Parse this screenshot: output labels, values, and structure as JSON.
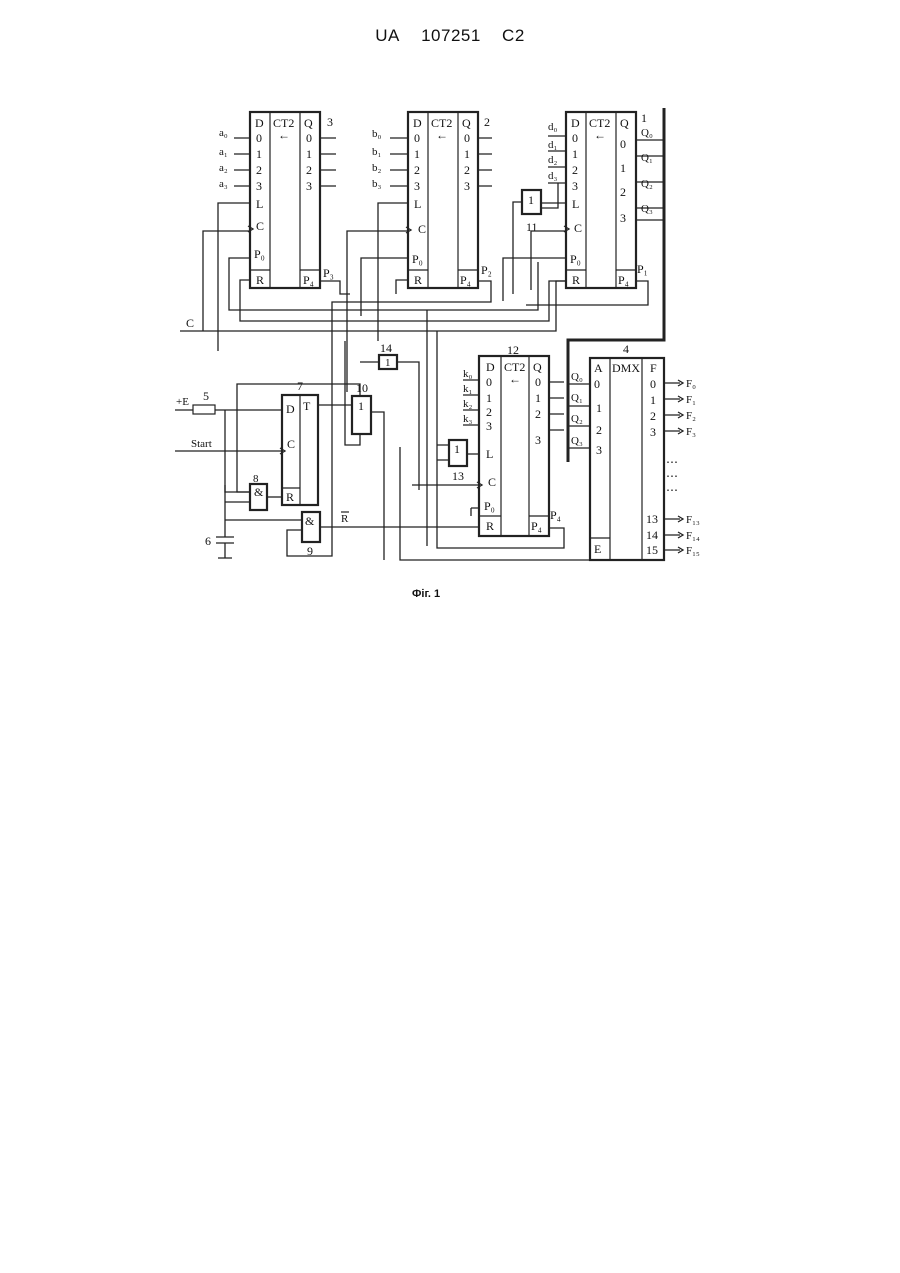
{
  "header": {
    "doc": "UA",
    "number": "107251",
    "kind": "C2"
  },
  "caption": "Фіг. 1",
  "blocks": {
    "counter_a": {
      "num": "3",
      "type": "CT2",
      "d": "D",
      "q": "Q",
      "l": "L",
      "c": "C",
      "r": "R",
      "p0": "P₀",
      "p4": "P₄",
      "pout": "P₃",
      "in_digits": [
        "0",
        "1",
        "2",
        "3"
      ],
      "out_digits": [
        "0",
        "1",
        "2",
        "3"
      ],
      "inputs": [
        "a₀",
        "a₁",
        "a₂",
        "a₃"
      ]
    },
    "counter_b": {
      "num": "2",
      "type": "CT2",
      "d": "D",
      "q": "Q",
      "l": "L",
      "c": "C",
      "r": "R",
      "p0": "P₀",
      "p4": "P₄",
      "pout": "P₂",
      "in_digits": [
        "0",
        "1",
        "2",
        "3"
      ],
      "out_digits": [
        "0",
        "1",
        "2",
        "3"
      ],
      "inputs": [
        "b₀",
        "b₁",
        "b₂",
        "b₃"
      ]
    },
    "counter_d": {
      "num": "1",
      "type": "CT2",
      "d": "D",
      "q": "Q",
      "l": "L",
      "c": "C",
      "r": "R",
      "p0": "P₀",
      "p4": "P₄",
      "pout": "P₁",
      "in_digits": [
        "0",
        "1",
        "2",
        "3"
      ],
      "out_digits": [
        "0",
        "1",
        "2",
        "3"
      ],
      "inputs": [
        "d₀",
        "d₁",
        "d₂",
        "d₃"
      ],
      "outputs": [
        "Q₀",
        "Q₁",
        "Q₂",
        "Q₃"
      ]
    },
    "counter_k": {
      "num": "12",
      "type": "CT2",
      "d": "D",
      "q": "Q",
      "l": "L",
      "c": "C",
      "r": "R",
      "p0": "P₀",
      "p4": "P₄",
      "pout": "P₄",
      "in_digits": [
        "0",
        "1",
        "2",
        "3"
      ],
      "out_digits": [
        "0",
        "1",
        "2",
        "3"
      ],
      "inputs": [
        "k₀",
        "k₁",
        "k₂",
        "k₃"
      ]
    },
    "demux": {
      "num": "4",
      "type": "DMX",
      "a": "A",
      "f": "F",
      "e": "E",
      "inputs": [
        "Q₀",
        "Q₁",
        "Q₂",
        "Q₃"
      ],
      "addr_digits": [
        "0",
        "1",
        "2",
        "3"
      ],
      "out_digits": [
        "0",
        "1",
        "2",
        "3",
        "13",
        "14",
        "15"
      ],
      "outputs": [
        "F₀",
        "F₁",
        "F₂",
        "F₃",
        "F₁₃",
        "F₁₄",
        "F₁₅"
      ],
      "dots": [
        "⋯",
        "⋯",
        "⋯"
      ]
    },
    "trigger": {
      "num": "7",
      "d": "D",
      "t": "T",
      "c": "C",
      "r": "R"
    },
    "resistor": {
      "num": "5",
      "supply": "+E"
    },
    "capacitor": {
      "num": "6"
    },
    "and8": {
      "num": "8",
      "sym": "&"
    },
    "and9": {
      "num": "9",
      "sym": "&"
    },
    "or10": {
      "num": "10",
      "sym": "1"
    },
    "or11": {
      "num": "11",
      "sym": "1"
    },
    "or13": {
      "num": "13",
      "sym": "1"
    },
    "or14": {
      "num": "14",
      "sym": "1"
    },
    "signals": {
      "clock": "C",
      "start": "Start",
      "reset": "R"
    }
  }
}
